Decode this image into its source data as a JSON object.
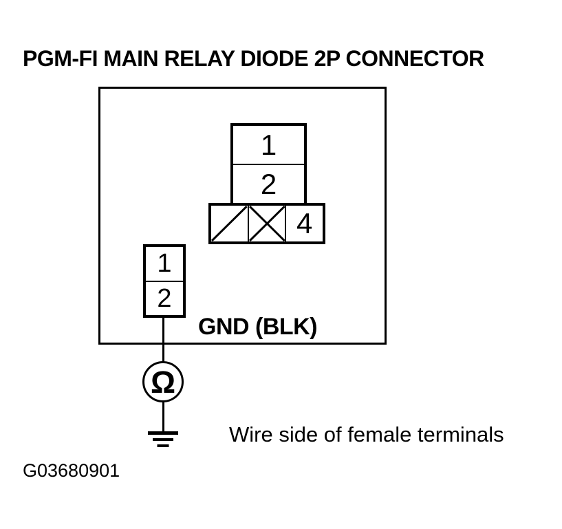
{
  "title": "PGM-FI MAIN RELAY DIODE 2P CONNECTOR",
  "figure_id": "G03680901",
  "colors": {
    "ink": "#000000",
    "paper": "#ffffff"
  },
  "diagram": {
    "top_connector": {
      "cells": [
        "1",
        "2"
      ]
    },
    "terminal_row": {
      "cell_types": [
        "diagonal-slash",
        "crossed-out",
        "labeled"
      ],
      "pin4_label": "4"
    },
    "probe_connector": {
      "cells": [
        "1",
        "2"
      ]
    },
    "gnd_label": "GND (BLK)",
    "ohm_symbol": "Ω",
    "note": "Wire side of female terminals"
  }
}
